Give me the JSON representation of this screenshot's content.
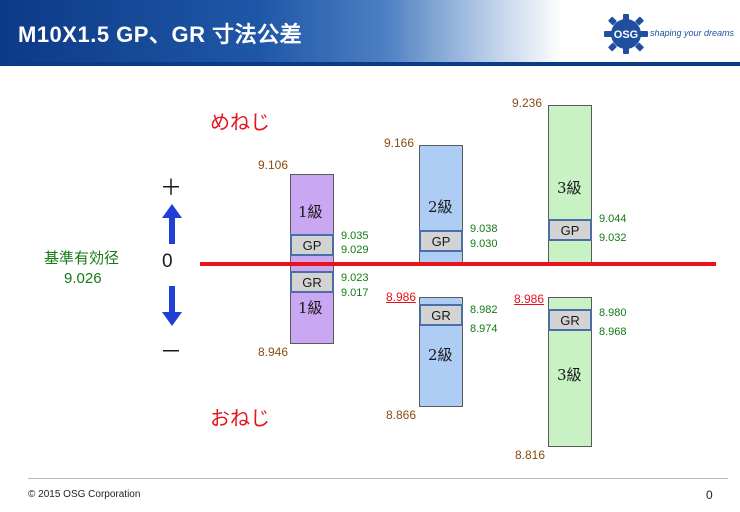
{
  "header": {
    "title": "M10X1.5 GP、GR 寸法公差",
    "logo_text": "OSG",
    "slogan": "shaping your dreams"
  },
  "labels": {
    "internal_thread": "めねじ",
    "external_thread": "おねじ",
    "basic_pitch_diameter_label": "基準有効径",
    "basic_pitch_diameter_value": "9.026",
    "plus_sign": "＋",
    "zero": "0",
    "minus_sign": "－"
  },
  "diagram": {
    "grades": [
      {
        "grade": "1級",
        "nut_upper": "9.106",
        "nut_lower": "",
        "bolt_upper": "",
        "bolt_lower": "8.946",
        "gp_label": "GP",
        "gp_upper": "9.035",
        "gp_lower": "9.029",
        "gr_label": "GR",
        "gr_upper": "9.023",
        "gr_lower": "9.017"
      },
      {
        "grade": "2級",
        "nut_upper": "9.166",
        "bolt_upper": "8.986",
        "bolt_lower": "8.866",
        "gp_label": "GP",
        "gp_upper": "9.038",
        "gp_lower": "9.030",
        "gr_label": "GR",
        "gr_upper": "8.982",
        "gr_lower": "8.974"
      },
      {
        "grade": "3級",
        "nut_upper": "9.236",
        "bolt_upper": "8.986",
        "bolt_lower": "8.816",
        "gp_label": "GP",
        "gp_upper": "9.044",
        "gp_lower": "9.032",
        "gr_label": "GR",
        "gr_upper": "8.980",
        "gr_lower": "8.968"
      }
    ]
  },
  "colors": {
    "grade1": "#c9a7f2",
    "grade2": "#aecdf5",
    "grade3": "#c8f2c4",
    "baseline": "#e8131b",
    "arrow": "#1f3fd6"
  },
  "footer": {
    "copyright": "© 2015 OSG Corporation",
    "page_number": "0"
  }
}
